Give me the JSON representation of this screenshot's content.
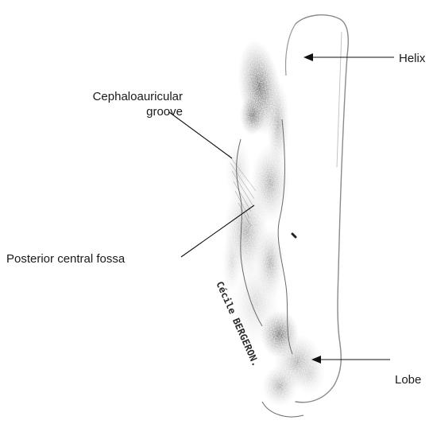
{
  "labels": {
    "helix": "Helix",
    "cephaloauricular_line1": "Cephaloauricular",
    "cephaloauricular_line2": "groove",
    "posterior_central_fossa": "Posterior central fossa",
    "lobe": "Lobe"
  },
  "signature": "Cécile BERGERON",
  "colors": {
    "pencil_dark": "#2b2b2b",
    "pencil_mid": "#6e6e6e",
    "pencil_light": "#b5b5b5",
    "leader_line": "#111111"
  }
}
